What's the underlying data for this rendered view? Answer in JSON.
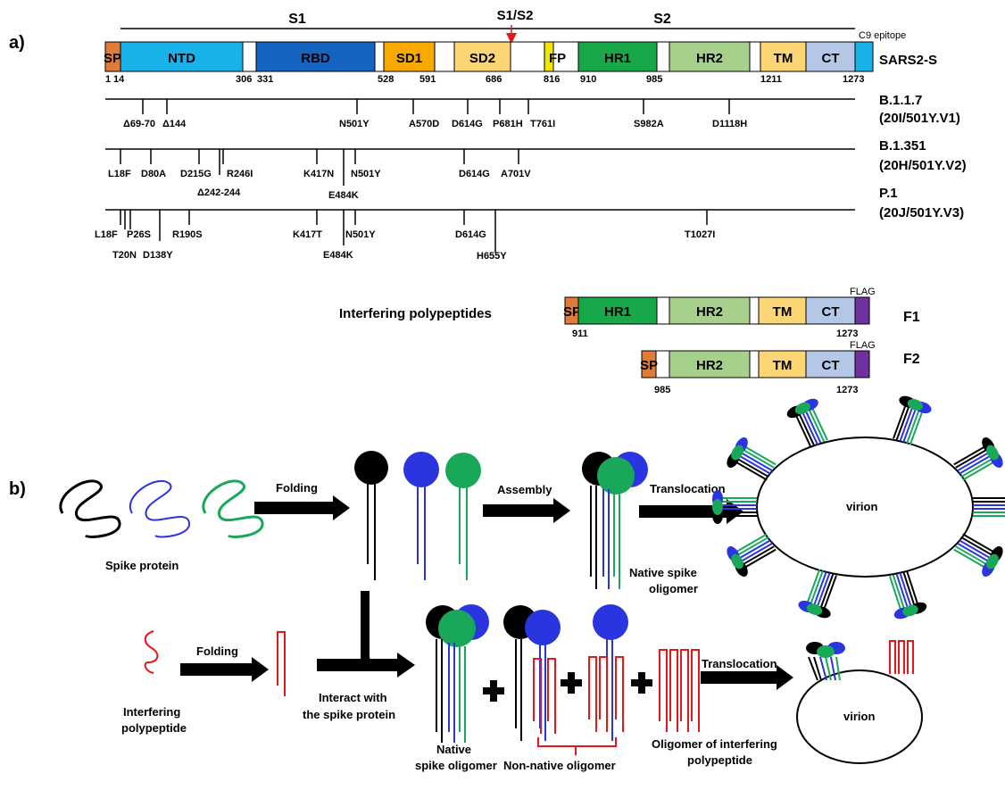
{
  "panel_labels": {
    "a": "a)",
    "b": "b)"
  },
  "colors": {
    "SP": "#e07b39",
    "NTD": "#1ab0e8",
    "RBD": "#1565c0",
    "SD1": "#f7a900",
    "SD2": "#fcd575",
    "FP": "#f2e600",
    "HR1": "#18a84a",
    "HR2": "#a8d08d",
    "TM": "#fcd575",
    "CT": "#b4c7e7",
    "C9": "#1ab0e8",
    "FLAG": "#7030a0",
    "black": "#000000",
    "blue": "#2a35e0",
    "green": "#19a85a",
    "red": "#e8151b"
  },
  "spike": {
    "name": "SARS2-S",
    "s1_label": "S1",
    "s1s2_label": "S1/S2",
    "s2_label": "S2",
    "c9_label": "C9 epitope",
    "domains": [
      {
        "id": "SP",
        "label": "SP"
      },
      {
        "id": "NTD",
        "label": "NTD"
      },
      {
        "id": "RBD",
        "label": "RBD"
      },
      {
        "id": "SD1",
        "label": "SD1"
      },
      {
        "id": "SD2",
        "label": "SD2"
      },
      {
        "id": "FP",
        "label": "FP"
      },
      {
        "id": "HR1",
        "label": "HR1"
      },
      {
        "id": "HR2",
        "label": "HR2"
      },
      {
        "id": "TM",
        "label": "TM"
      },
      {
        "id": "CT",
        "label": "CT"
      }
    ],
    "positions": [
      "1",
      "14",
      "306",
      "331",
      "528",
      "591",
      "686",
      "816",
      "910",
      "985",
      "1211",
      "1273"
    ]
  },
  "variants": [
    {
      "name": "B.1.1.7",
      "clade": "(20I/501Y.V1)",
      "mutations": [
        "Δ69-70",
        "Δ144",
        "N501Y",
        "A570D",
        "D614G",
        "P681H",
        "T761I",
        "S982A",
        "D1118H"
      ]
    },
    {
      "name": "B.1.351",
      "clade": "(20H/501Y.V2)",
      "mutations": [
        "L18F",
        "D80A",
        "D215G",
        "Δ242-244",
        "R246I",
        "K417N",
        "E484K",
        "N501Y",
        "D614G",
        "A701V"
      ]
    },
    {
      "name": "P.1",
      "clade": "(20J/501Y.V3)",
      "mutations": [
        "L18F",
        "P26S",
        "T20N",
        "D138Y",
        "R190S",
        "K417T",
        "E484K",
        "N501Y",
        "D614G",
        "H655Y",
        "T1027I"
      ]
    }
  ],
  "interfering": {
    "title": "Interfering polypeptides",
    "F1": {
      "name": "F1",
      "start": "911",
      "end": "1273",
      "tag": "FLAG",
      "domains": [
        "SP",
        "HR1",
        "HR2",
        "TM",
        "CT"
      ]
    },
    "F2": {
      "name": "F2",
      "start": "985",
      "end": "1273",
      "tag": "FLAG",
      "domains": [
        "SP",
        "HR2",
        "TM",
        "CT"
      ]
    }
  },
  "panel_b": {
    "spike_protein": "Spike protein",
    "folding": "Folding",
    "assembly": "Assembly",
    "translocation": "Translocation",
    "native_spike_oligomer_top": [
      "Native spike",
      "oligomer"
    ],
    "virion": "virion",
    "interfering_polypeptide": [
      "Interfering",
      "polypeptide"
    ],
    "folding2": "Folding",
    "interact": [
      "Interact with",
      "the spike protein"
    ],
    "native_spike_oligomer_bottom": [
      "Native",
      "spike oligomer"
    ],
    "non_native_oligomer": "Non-native oligomer",
    "oligomer_interfering": [
      "Oligomer of interfering",
      "polypeptide"
    ],
    "translocation2": "Translocation",
    "virion2": "virion"
  }
}
